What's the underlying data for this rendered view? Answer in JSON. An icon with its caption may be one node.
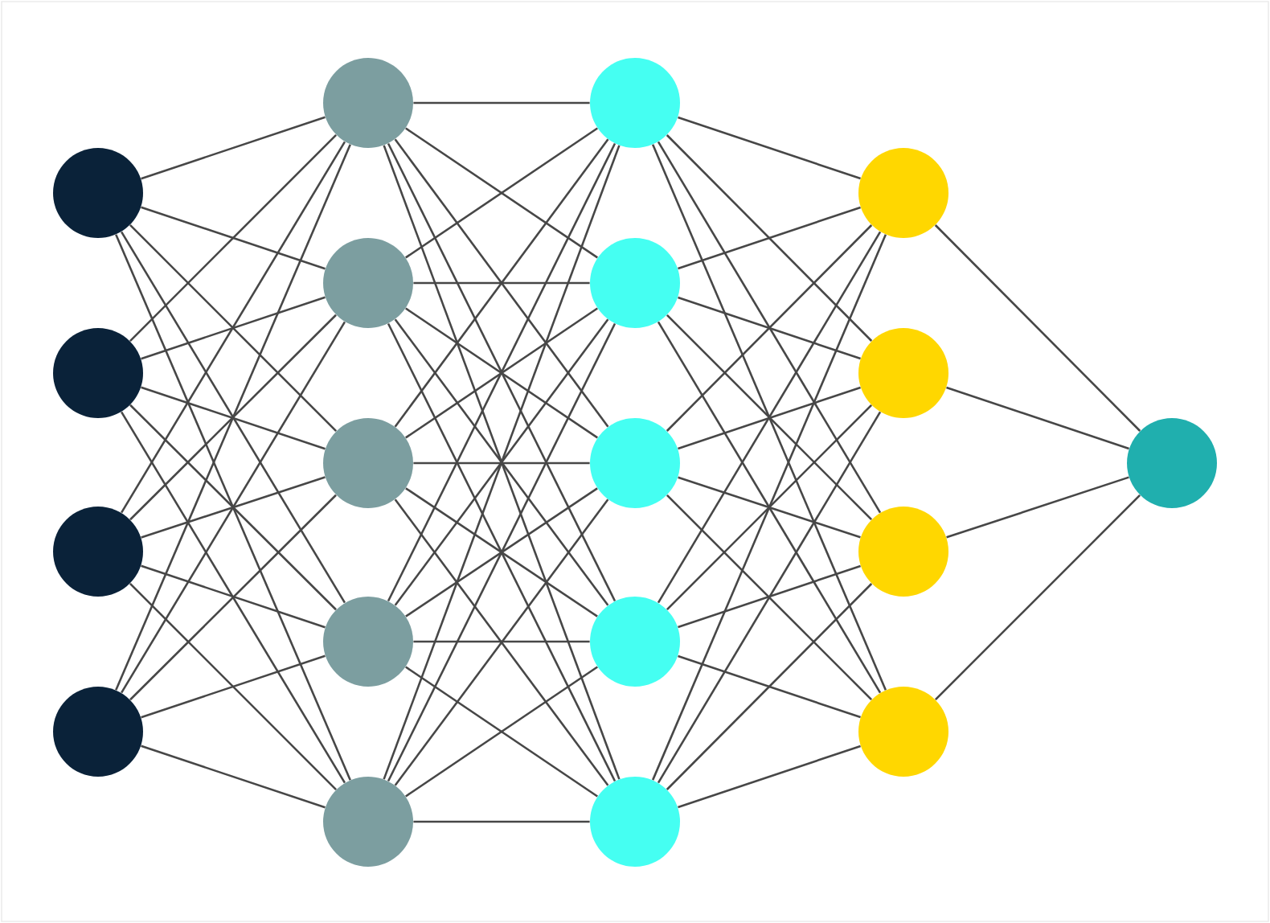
{
  "diagram": {
    "nodes": [
      {
        "text": [],
        "shape": "circle"
      },
      {
        "text": [],
        "shape": "circle"
      },
      {
        "text": [],
        "shape": "circle"
      },
      {
        "text": [],
        "shape": "circle"
      },
      {
        "text": [],
        "shape": "circle"
      },
      {
        "text": [],
        "shape": "circle"
      },
      {
        "text": [],
        "shape": "circle"
      },
      {
        "text": [],
        "shape": "circle"
      },
      {
        "text": [],
        "shape": "circle"
      },
      {
        "text": [],
        "shape": "circle"
      },
      {
        "text": [],
        "shape": "circle"
      },
      {
        "text": [],
        "shape": "circle"
      },
      {
        "text": [],
        "shape": "circle"
      },
      {
        "text": [],
        "shape": "circle"
      },
      {
        "text": [],
        "shape": "circle"
      },
      {
        "text": [],
        "shape": "circle"
      },
      {
        "text": [],
        "shape": "circle"
      },
      {
        "text": [],
        "shape": "circle"
      },
      {
        "text": [],
        "shape": "circle"
      }
    ],
    "edges": [
      {
        "from": 0,
        "to": 4,
        "arrow": "none"
      },
      {
        "from": 0,
        "to": 5,
        "arrow": "none"
      },
      {
        "from": 0,
        "to": 6,
        "arrow": "none"
      },
      {
        "from": 0,
        "to": 7,
        "arrow": "none"
      },
      {
        "from": 0,
        "to": 8,
        "arrow": "none"
      },
      {
        "from": 1,
        "to": 4,
        "arrow": "none"
      },
      {
        "from": 1,
        "to": 5,
        "arrow": "none"
      },
      {
        "from": 1,
        "to": 6,
        "arrow": "none"
      },
      {
        "from": 1,
        "to": 7,
        "arrow": "none"
      },
      {
        "from": 1,
        "to": 8,
        "arrow": "none"
      },
      {
        "from": 2,
        "to": 4,
        "arrow": "none"
      },
      {
        "from": 2,
        "to": 5,
        "arrow": "none"
      },
      {
        "from": 2,
        "to": 6,
        "arrow": "none"
      },
      {
        "from": 2,
        "to": 7,
        "arrow": "none"
      },
      {
        "from": 2,
        "to": 8,
        "arrow": "none"
      },
      {
        "from": 3,
        "to": 4,
        "arrow": "none"
      },
      {
        "from": 3,
        "to": 5,
        "arrow": "none"
      },
      {
        "from": 3,
        "to": 6,
        "arrow": "none"
      },
      {
        "from": 3,
        "to": 7,
        "arrow": "none"
      },
      {
        "from": 3,
        "to": 8,
        "arrow": "none"
      },
      {
        "from": 4,
        "to": 9,
        "arrow": "none"
      },
      {
        "from": 4,
        "to": 10,
        "arrow": "none"
      },
      {
        "from": 4,
        "to": 11,
        "arrow": "none"
      },
      {
        "from": 4,
        "to": 12,
        "arrow": "none"
      },
      {
        "from": 4,
        "to": 13,
        "arrow": "none"
      },
      {
        "from": 5,
        "to": 9,
        "arrow": "none"
      },
      {
        "from": 5,
        "to": 10,
        "arrow": "none"
      },
      {
        "from": 5,
        "to": 11,
        "arrow": "none"
      },
      {
        "from": 5,
        "to": 12,
        "arrow": "none"
      },
      {
        "from": 5,
        "to": 13,
        "arrow": "none"
      },
      {
        "from": 6,
        "to": 9,
        "arrow": "none"
      },
      {
        "from": 6,
        "to": 10,
        "arrow": "none"
      },
      {
        "from": 6,
        "to": 11,
        "arrow": "none"
      },
      {
        "from": 6,
        "to": 12,
        "arrow": "none"
      },
      {
        "from": 6,
        "to": 13,
        "arrow": "none"
      },
      {
        "from": 7,
        "to": 9,
        "arrow": "none"
      },
      {
        "from": 7,
        "to": 10,
        "arrow": "none"
      },
      {
        "from": 7,
        "to": 11,
        "arrow": "none"
      },
      {
        "from": 7,
        "to": 12,
        "arrow": "none"
      },
      {
        "from": 7,
        "to": 13,
        "arrow": "none"
      },
      {
        "from": 8,
        "to": 9,
        "arrow": "none"
      },
      {
        "from": 8,
        "to": 10,
        "arrow": "none"
      },
      {
        "from": 8,
        "to": 11,
        "arrow": "none"
      },
      {
        "from": 8,
        "to": 12,
        "arrow": "none"
      },
      {
        "from": 8,
        "to": 13,
        "arrow": "none"
      },
      {
        "from": 9,
        "to": 14,
        "arrow": "none"
      },
      {
        "from": 9,
        "to": 15,
        "arrow": "none"
      },
      {
        "from": 9,
        "to": 16,
        "arrow": "none"
      },
      {
        "from": 9,
        "to": 17,
        "arrow": "none"
      },
      {
        "from": 10,
        "to": 14,
        "arrow": "none"
      },
      {
        "from": 10,
        "to": 15,
        "arrow": "none"
      },
      {
        "from": 10,
        "to": 16,
        "arrow": "none"
      },
      {
        "from": 10,
        "to": 17,
        "arrow": "none"
      },
      {
        "from": 11,
        "to": 14,
        "arrow": "none"
      },
      {
        "from": 11,
        "to": 15,
        "arrow": "none"
      },
      {
        "from": 11,
        "to": 16,
        "arrow": "none"
      },
      {
        "from": 11,
        "to": 17,
        "arrow": "none"
      },
      {
        "from": 12,
        "to": 14,
        "arrow": "none"
      },
      {
        "from": 12,
        "to": 15,
        "arrow": "none"
      },
      {
        "from": 12,
        "to": 16,
        "arrow": "none"
      },
      {
        "from": 12,
        "to": 17,
        "arrow": "none"
      },
      {
        "from": 13,
        "to": 14,
        "arrow": "none"
      },
      {
        "from": 13,
        "to": 15,
        "arrow": "none"
      },
      {
        "from": 13,
        "to": 16,
        "arrow": "none"
      },
      {
        "from": 13,
        "to": 17,
        "arrow": "none"
      },
      {
        "from": 14,
        "to": 18,
        "arrow": "none"
      },
      {
        "from": 15,
        "to": 18,
        "arrow": "none"
      },
      {
        "from": 16,
        "to": 18,
        "arrow": "none"
      },
      {
        "from": 17,
        "to": 18,
        "arrow": "none"
      }
    ]
  }
}
